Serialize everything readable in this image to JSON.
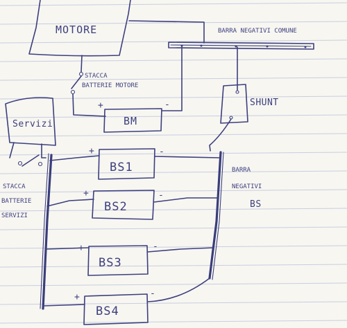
{
  "colors": {
    "paper": "#f7f6f1",
    "ink": "#3c3f7e",
    "rules": "#c9cde0"
  },
  "labels": {
    "motore": "MOTORE",
    "barra_comune": "BARRA NEGATIVI COMUNE",
    "stacca_motore_1": "STACCA",
    "stacca_motore_2": "BATTERIE MOTORE",
    "shunt": "SHUNT",
    "servizi": "Servizi",
    "bm": "BM",
    "bs1": "BS1",
    "bs2": "BS2",
    "bs3": "BS3",
    "bs4": "BS4",
    "barra_bs_1": "BARRA",
    "barra_bs_2": "NEGATIVI",
    "barra_bs_3": "BS",
    "stacca_servizi_1": "STACCA",
    "stacca_servizi_2": "BATTERIE",
    "stacca_servizi_3": "SERVIZI",
    "plus": "+",
    "minus": "-"
  }
}
